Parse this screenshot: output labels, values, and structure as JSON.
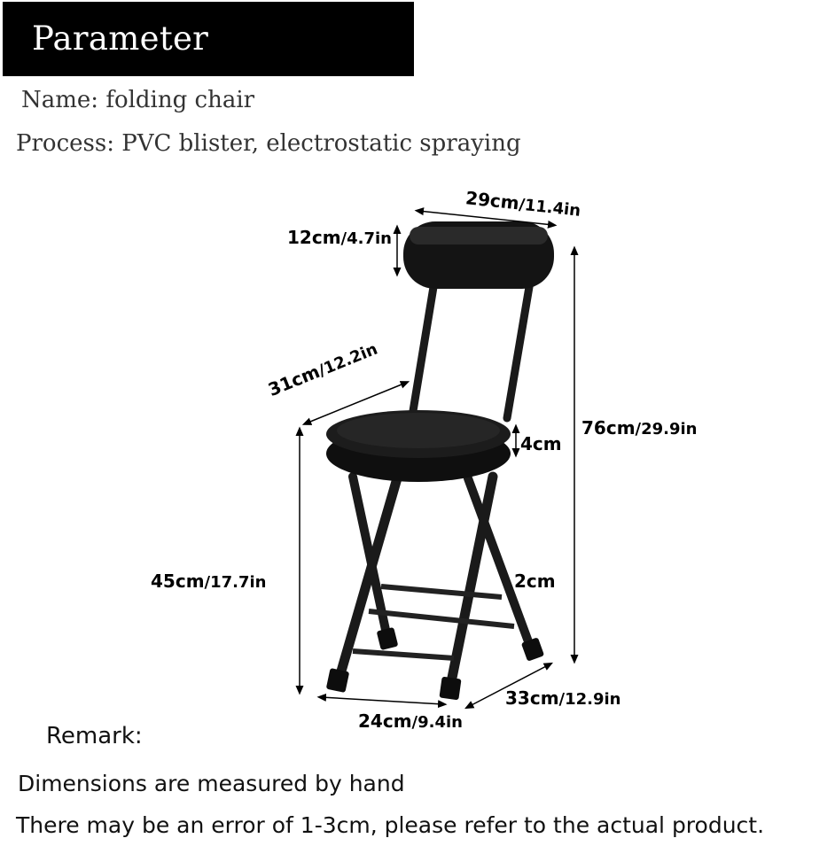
{
  "banner": {
    "title": "Parameter introduction"
  },
  "info": {
    "name": "Name: folding chair",
    "process": "Process: PVC blister, electrostatic spraying"
  },
  "dimensions": {
    "back_width": {
      "cm": "29cm",
      "in": "/11.4in"
    },
    "back_height": {
      "cm": "12cm",
      "in": "/4.7in"
    },
    "seat_diameter": {
      "cm": "31cm",
      "in": "/12.2in"
    },
    "total_height": {
      "cm": "76cm",
      "in": "/29.9in"
    },
    "seat_thickness": {
      "cm": "4cm"
    },
    "seat_height": {
      "cm": "45cm",
      "in": "/17.7in"
    },
    "tube": {
      "cm": "2cm"
    },
    "base_depth": {
      "cm": "33cm",
      "in": "/12.9in"
    },
    "base_width": {
      "cm": "24cm",
      "in": "/9.4in"
    }
  },
  "remark": {
    "title": "Remark:",
    "line1": "Dimensions are measured by hand",
    "line2": "There may be an error of 1-3cm, please refer to the actual product."
  }
}
